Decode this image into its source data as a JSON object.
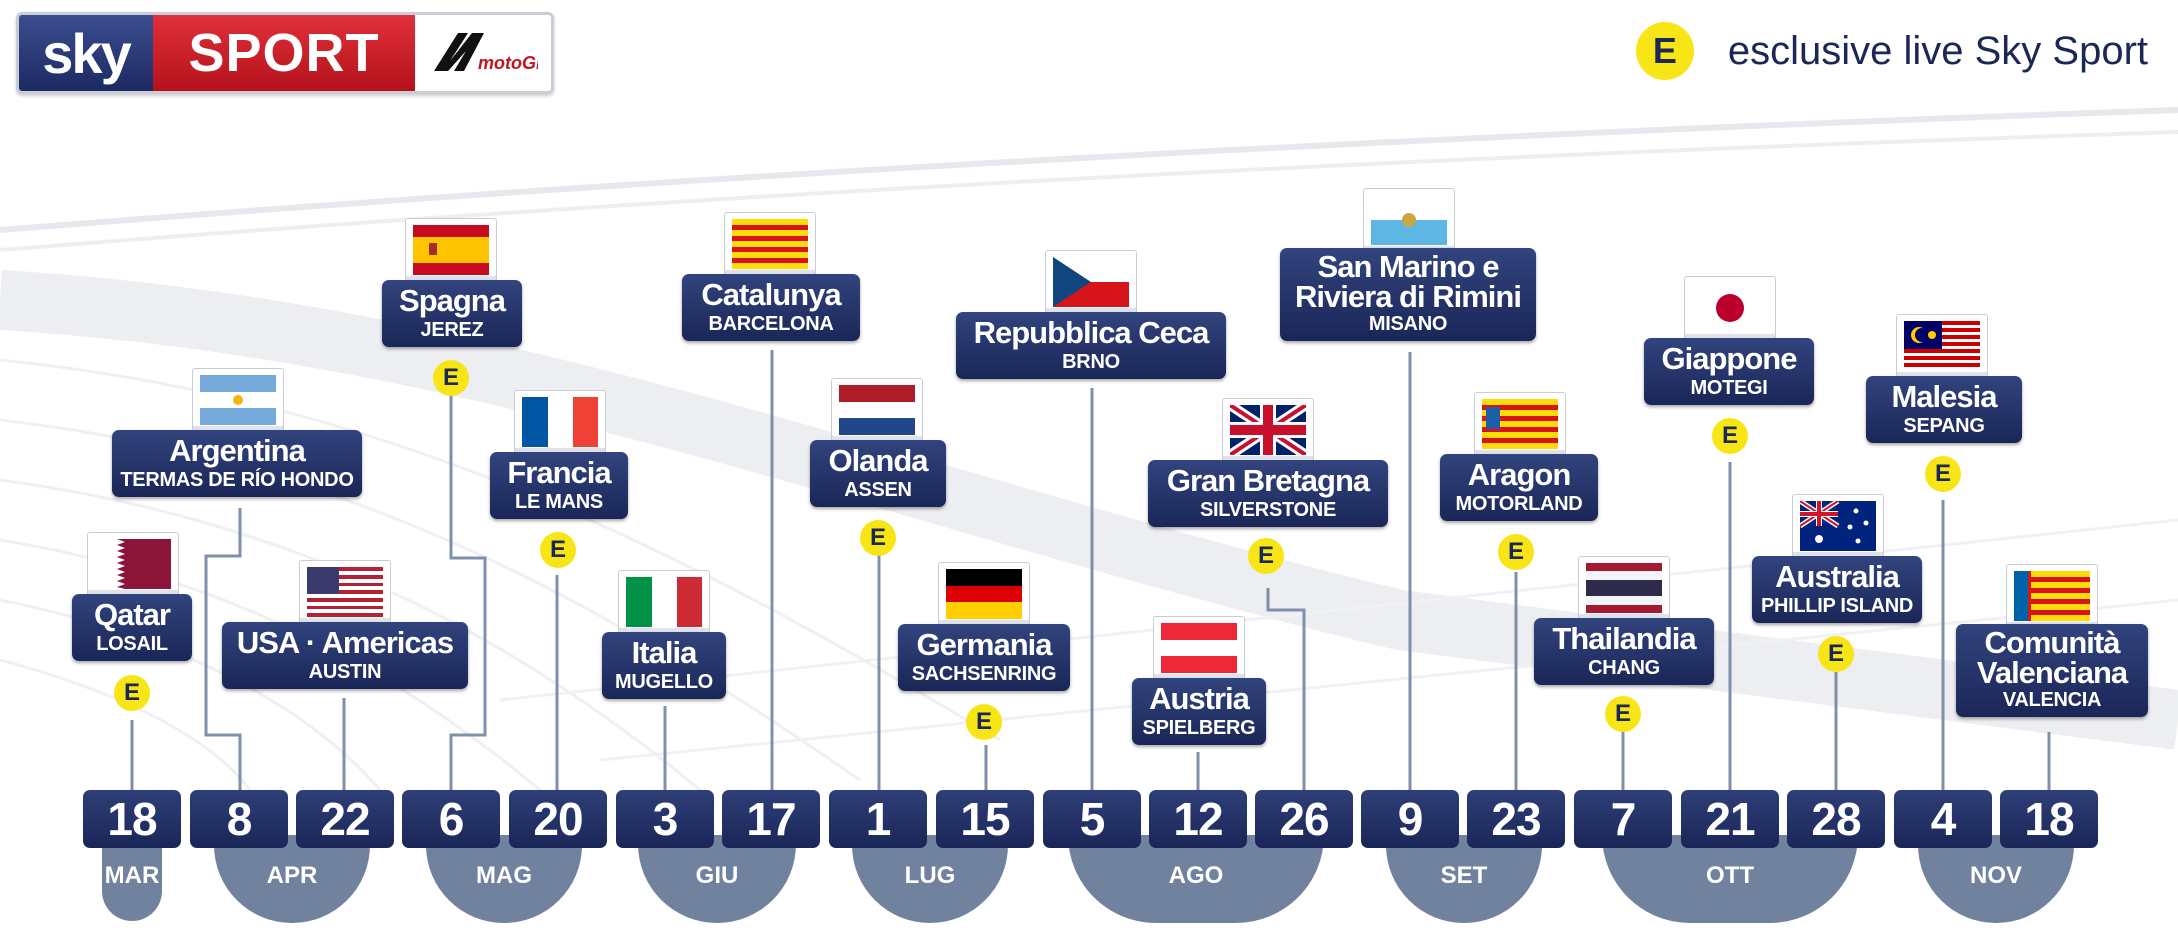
{
  "header": {
    "logo_sky": "sky",
    "logo_sport": "SPORT",
    "logo_motogp": "motoGP",
    "legend_badge": "E",
    "legend_text": "esclusive live Sky Sport"
  },
  "colors": {
    "navy": "#1a2657",
    "exclusive_yellow": "#f7e516",
    "month_bowl": "#71829f"
  },
  "dates": [
    "18",
    "8",
    "22",
    "6",
    "20",
    "3",
    "17",
    "1",
    "15",
    "5",
    "12",
    "26",
    "9",
    "23",
    "7",
    "21",
    "28",
    "4",
    "18"
  ],
  "months": [
    "MAR",
    "APR",
    "MAG",
    "GIU",
    "LUG",
    "AGO",
    "SET",
    "OTT",
    "NOV"
  ],
  "races": [
    {
      "country": "Qatar",
      "circuit": "LOSAIL",
      "flag": "qatar-flag",
      "exclusive": true
    },
    {
      "country": "Argentina",
      "circuit": "TERMAS DE RÍO HONDO",
      "flag": "argentina-flag",
      "exclusive": false
    },
    {
      "country": "USA · Americas",
      "circuit": "AUSTIN",
      "flag": "usa-flag",
      "exclusive": false
    },
    {
      "country": "Spagna",
      "circuit": "JEREZ",
      "flag": "spain-flag",
      "exclusive": true
    },
    {
      "country": "Francia",
      "circuit": "LE MANS",
      "flag": "france-flag",
      "exclusive": true
    },
    {
      "country": "Italia",
      "circuit": "MUGELLO",
      "flag": "italy-flag",
      "exclusive": false
    },
    {
      "country": "Catalunya",
      "circuit": "BARCELONA",
      "flag": "catalonia-flag",
      "exclusive": false
    },
    {
      "country": "Olanda",
      "circuit": "ASSEN",
      "flag": "netherlands-flag",
      "exclusive": true
    },
    {
      "country": "Germania",
      "circuit": "SACHSENRING",
      "flag": "germany-flag",
      "exclusive": true
    },
    {
      "country": "Repubblica Ceca",
      "circuit": "BRNO",
      "flag": "czech-flag",
      "exclusive": false
    },
    {
      "country": "Austria",
      "circuit": "SPIELBERG",
      "flag": "austria-flag",
      "exclusive": false
    },
    {
      "country": "Gran Bretagna",
      "circuit": "SILVERSTONE",
      "flag": "uk-flag",
      "exclusive": true
    },
    {
      "country_line1": "San Marino e",
      "country_line2": "Riviera di Rimini",
      "circuit": "MISANO",
      "flag": "san-marino-flag",
      "exclusive": false
    },
    {
      "country": "Aragon",
      "circuit": "MOTORLAND",
      "flag": "aragon-flag",
      "exclusive": true
    },
    {
      "country": "Thailandia",
      "circuit": "CHANG",
      "flag": "thailand-flag",
      "exclusive": true
    },
    {
      "country": "Giappone",
      "circuit": "MOTEGI",
      "flag": "japan-flag",
      "exclusive": true
    },
    {
      "country": "Australia",
      "circuit": "PHILLIP ISLAND",
      "flag": "australia-flag",
      "exclusive": true
    },
    {
      "country": "Malesia",
      "circuit": "SEPANG",
      "flag": "malaysia-flag",
      "exclusive": true
    },
    {
      "country_line1": "Comunità",
      "country_line2": "Valenciana",
      "circuit": "VALENCIA",
      "flag": "valencia-flag",
      "exclusive": false
    }
  ]
}
